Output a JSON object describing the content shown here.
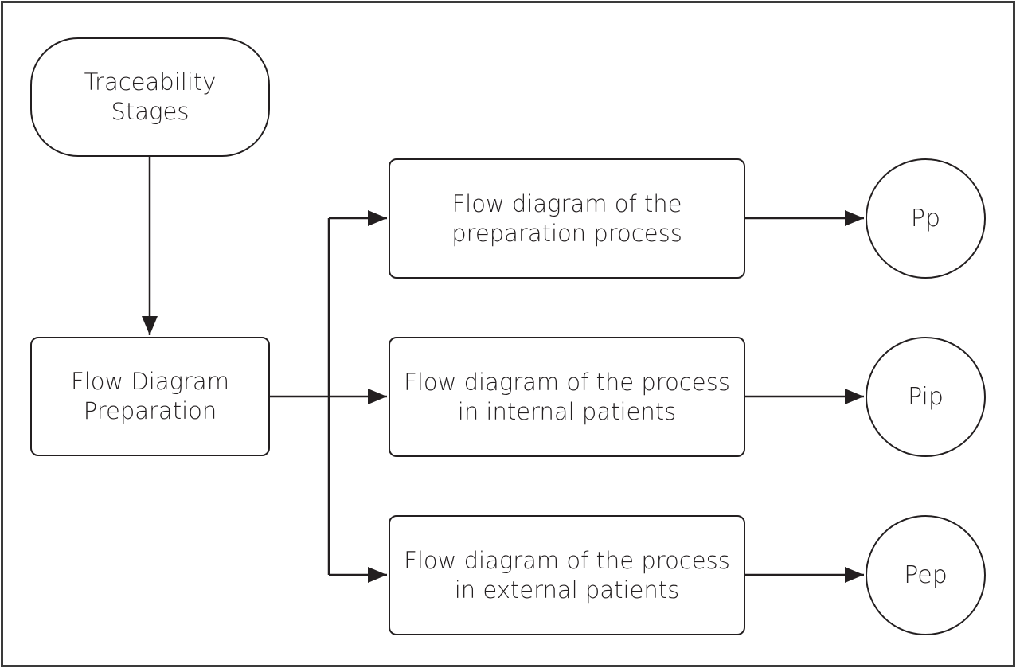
{
  "diagram": {
    "nodes": {
      "start": {
        "label": "Traceability\nStages",
        "shape": "rounded-terminal"
      },
      "prep": {
        "label": "Flow Diagram\nPreparation",
        "shape": "rounded-rectangle"
      },
      "proc1": {
        "label": "Flow diagram of the\npreparation process",
        "shape": "rounded-rectangle"
      },
      "proc2": {
        "label": "Flow diagram of the process\nin internal patients",
        "shape": "rounded-rectangle"
      },
      "proc3": {
        "label": "Flow diagram of the process\nin external patients",
        "shape": "rounded-rectangle"
      },
      "pp": {
        "label": "Pp",
        "shape": "circle"
      },
      "pip": {
        "label": "Pip",
        "shape": "circle"
      },
      "pep": {
        "label": "Pep",
        "shape": "circle"
      }
    },
    "edges": [
      {
        "from": "start",
        "to": "prep"
      },
      {
        "from": "prep",
        "to": "proc1"
      },
      {
        "from": "prep",
        "to": "proc2"
      },
      {
        "from": "prep",
        "to": "proc3"
      },
      {
        "from": "proc1",
        "to": "pp"
      },
      {
        "from": "proc2",
        "to": "pip"
      },
      {
        "from": "proc3",
        "to": "pep"
      }
    ],
    "colors": {
      "stroke": "#231f20",
      "background": "#ffffff",
      "frame": "#3a3a3a"
    }
  }
}
